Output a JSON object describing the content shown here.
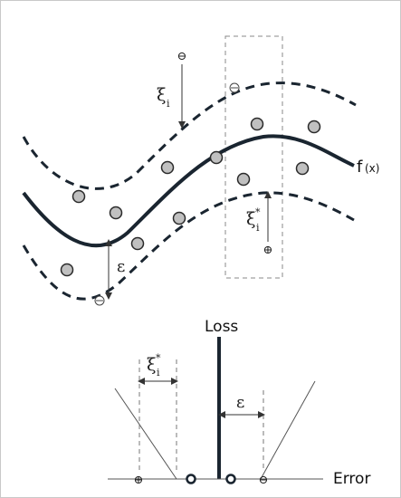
{
  "diagram": {
    "function_label": "f",
    "function_arg": "(x)",
    "xi_symbol": "ξ",
    "sub_i": "i",
    "star": "*",
    "epsilon": "ε",
    "minus_glyph": "⊖",
    "plus_glyph": "⊕",
    "loss_label": "Loss",
    "error_label": "Error",
    "colors": {
      "curve": "#1a2530",
      "point_fill": "#c0c0c0",
      "point_stroke": "#2a2a2a",
      "thin_line": "#555555",
      "dashed_box": "#888888"
    }
  }
}
